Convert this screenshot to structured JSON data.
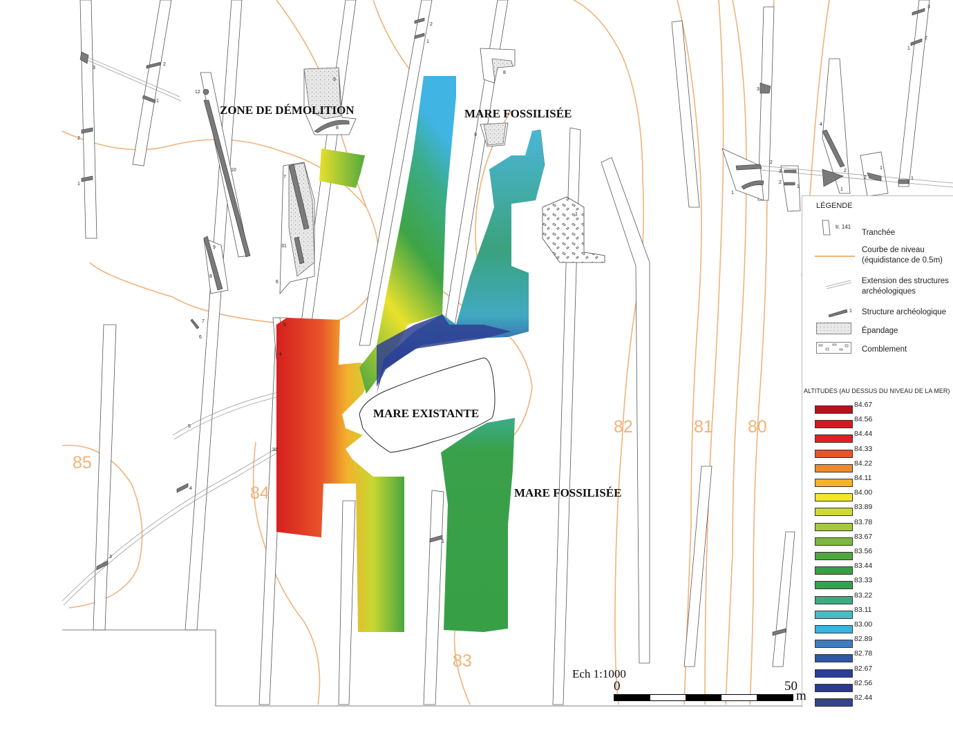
{
  "zones": {
    "demolition": "ZONE DE DÉMOLITION",
    "mare_fossilisee_north": "MARE FOSSILISÉE",
    "mare_existante": "MARE EXISTANTE",
    "mare_fossilisee_south": "MARE FOSSILISÉE"
  },
  "contour_labels": [
    "85",
    "84",
    "83",
    "82",
    "81",
    "80"
  ],
  "trench_numbers": [
    "3",
    "2",
    "1",
    "2",
    "1",
    "12",
    "10",
    "9",
    "8",
    "7",
    "31",
    "6",
    "9",
    "8",
    "7",
    "6",
    "5",
    "4",
    "32",
    "5",
    "4",
    "3",
    "2",
    "1",
    "9",
    "8",
    "1",
    "1",
    "3",
    "4",
    "2",
    "1",
    "2",
    "1",
    "3",
    "2",
    "1",
    "1",
    "2",
    "1",
    "1",
    "2",
    "3"
  ],
  "legend": {
    "title": "LÉGENDE",
    "trench_sample": "tr. 141",
    "items": [
      {
        "name": "Tranchée"
      },
      {
        "name": "Courbe de niveau (équidistance de 0.5m)"
      },
      {
        "name": "Extension des structures archéologiques"
      },
      {
        "name": "Structure archéologique",
        "sample_num": "1"
      },
      {
        "name": "Épandage"
      },
      {
        "name": "Comblement"
      }
    ],
    "altitudes_title": "ALTITUDES (AU DESSUS DU NIVEAU DE LA MER)",
    "altitudes": [
      {
        "value": "84.67",
        "color": "#b5121b"
      },
      {
        "value": "84.56",
        "color": "#d21a22"
      },
      {
        "value": "84.44",
        "color": "#e41e26"
      },
      {
        "value": "84.33",
        "color": "#e8542a"
      },
      {
        "value": "84.22",
        "color": "#ef8a2c"
      },
      {
        "value": "84.11",
        "color": "#f6b326"
      },
      {
        "value": "84.00",
        "color": "#f2e52b"
      },
      {
        "value": "83.89",
        "color": "#cfda31"
      },
      {
        "value": "83.78",
        "color": "#a6c93a"
      },
      {
        "value": "83.67",
        "color": "#7cb83d"
      },
      {
        "value": "83.56",
        "color": "#4fa83f"
      },
      {
        "value": "83.44",
        "color": "#3a9e42"
      },
      {
        "value": "83.33",
        "color": "#35a04e"
      },
      {
        "value": "83.22",
        "color": "#3bac82"
      },
      {
        "value": "83.11",
        "color": "#4cbac3"
      },
      {
        "value": "83.00",
        "color": "#3cb2e4"
      },
      {
        "value": "82.89",
        "color": "#3e7cc0"
      },
      {
        "value": "82.78",
        "color": "#2f57a6"
      },
      {
        "value": "82.67",
        "color": "#283f95"
      },
      {
        "value": "82.56",
        "color": "#2b3a8c"
      },
      {
        "value": "82.44",
        "color": "#36418f"
      }
    ]
  },
  "scale": {
    "label": "Ech 1:1000",
    "start": "0",
    "end": "50",
    "unit": "m"
  },
  "colors": {
    "contour": "#f0b27a",
    "trench_stroke": "#555555",
    "structure": "#777777"
  }
}
